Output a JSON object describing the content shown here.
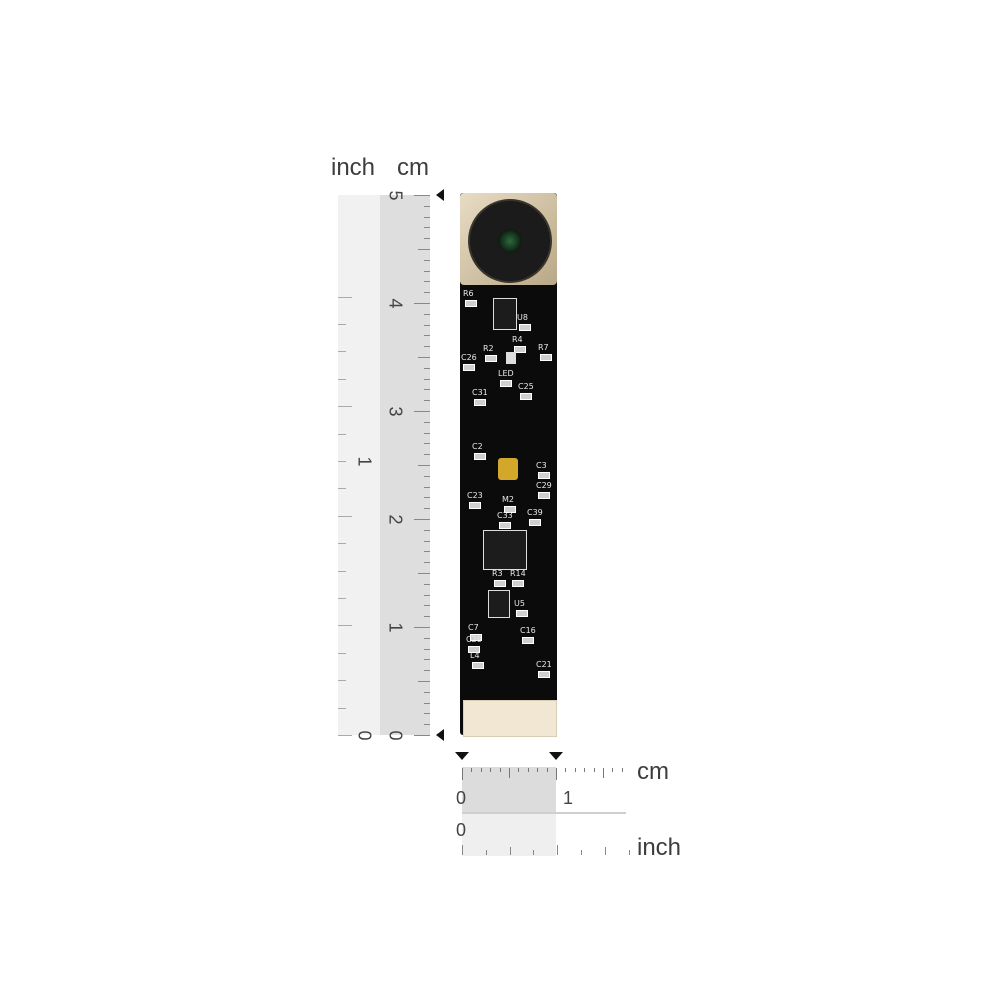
{
  "vertical_ruler": {
    "inch_label": "inch",
    "cm_label": "cm",
    "cm_ticks": [
      "0",
      "1",
      "2",
      "3",
      "4",
      "5"
    ],
    "inch_ticks": [
      "0",
      "1"
    ]
  },
  "horizontal_ruler": {
    "cm_label": "cm",
    "inch_label": "inch",
    "cm_ticks": [
      "0",
      "1"
    ],
    "inch_ticks": [
      "0"
    ]
  },
  "board": {
    "silkscreen": [
      "R6",
      "U8",
      "R2",
      "R4",
      "R7",
      "C26",
      "LED",
      "C31",
      "C25",
      "C2",
      "C3",
      "C29",
      "M2",
      "C23",
      "C33",
      "C39",
      "R3",
      "R14",
      "U5",
      "C7",
      "C28",
      "C16",
      "L4",
      "C21"
    ]
  }
}
